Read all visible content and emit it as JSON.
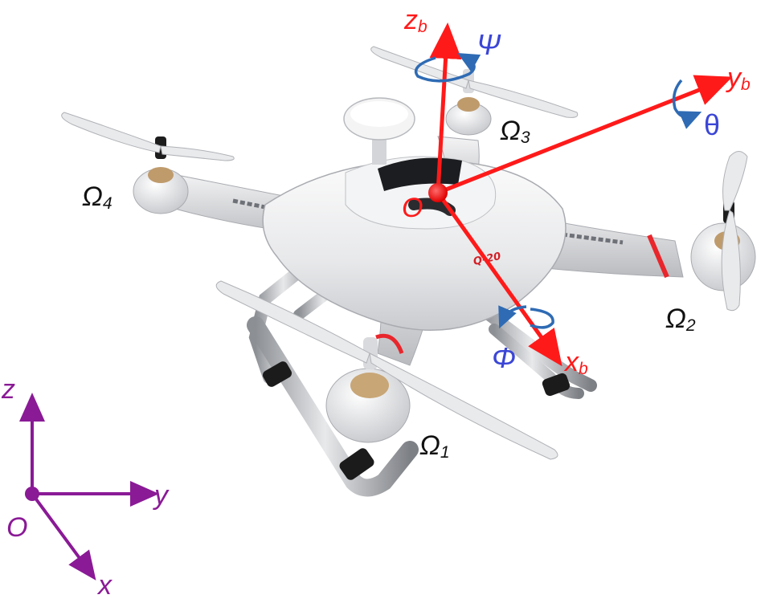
{
  "colors": {
    "body_frame": "#ff1a1a",
    "euler_angles": "#3b46d6",
    "rotation_arrows": "#2f6bb4",
    "inertial_frame": "#8a1a96",
    "rotor_labels": "#111111"
  },
  "body_frame": {
    "origin": "O",
    "x_axis": {
      "base": "x",
      "sub": "b"
    },
    "y_axis": {
      "base": "y",
      "sub": "b"
    },
    "z_axis": {
      "base": "z",
      "sub": "b"
    }
  },
  "euler_angles": {
    "roll": "Φ",
    "pitch": "θ",
    "yaw": "Ψ"
  },
  "rotors": [
    {
      "base": "Ω",
      "sub": "1"
    },
    {
      "base": "Ω",
      "sub": "2"
    },
    {
      "base": "Ω",
      "sub": "3"
    },
    {
      "base": "Ω",
      "sub": "4"
    }
  ],
  "inertial_frame": {
    "origin": "O",
    "x_axis": "x",
    "y_axis": "y",
    "z_axis": "z"
  },
  "image": {
    "subject": "quadcopter-drone",
    "model_marking": "Q-20"
  }
}
